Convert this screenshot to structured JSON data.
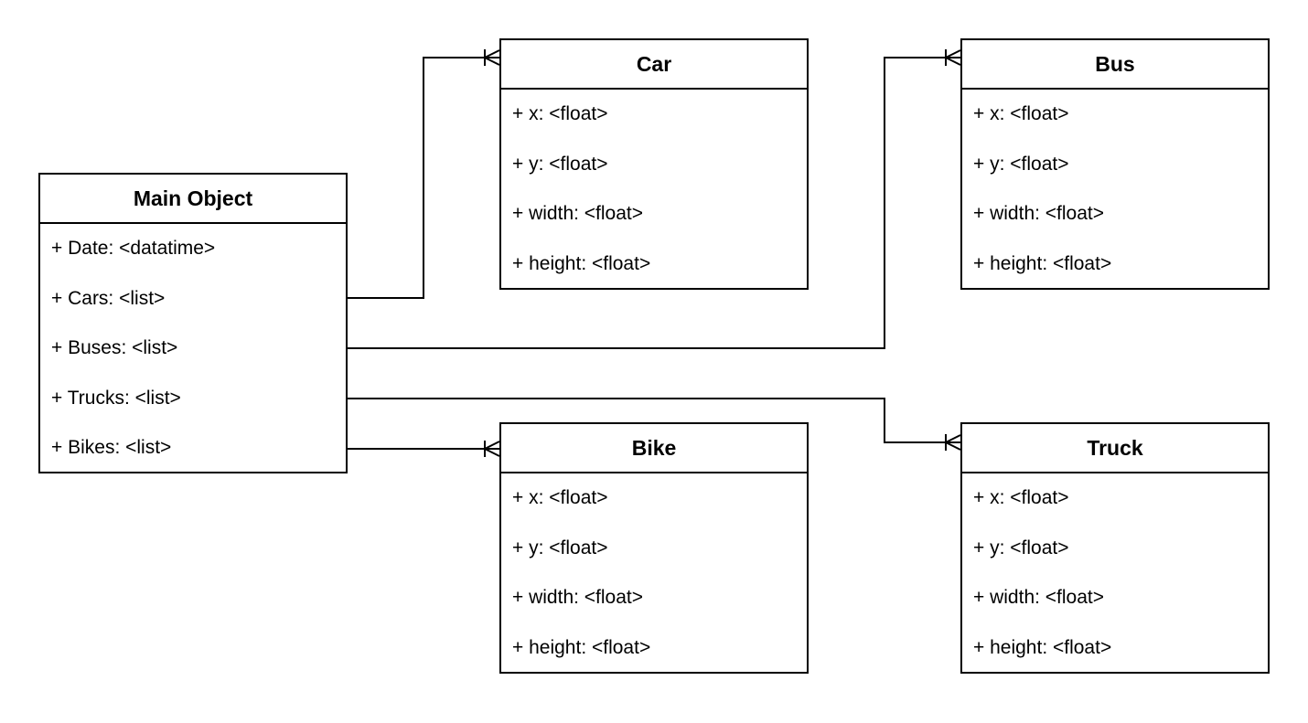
{
  "entities": {
    "main_object": {
      "title": "Main Object",
      "fields": [
        "+ Date: <datatime>",
        "+ Cars: <list>",
        "+ Buses: <list>",
        "+ Trucks: <list>",
        "+ Bikes: <list>"
      ]
    },
    "car": {
      "title": "Car",
      "fields": [
        "+ x: <float>",
        "+ y: <float>",
        "+ width: <float>",
        "+ height: <float>"
      ]
    },
    "bus": {
      "title": "Bus",
      "fields": [
        "+ x: <float>",
        "+ y: <float>",
        "+ width: <float>",
        "+ height: <float>"
      ]
    },
    "bike": {
      "title": "Bike",
      "fields": [
        "+ x: <float>",
        "+ y: <float>",
        "+ width: <float>",
        "+ height: <float>"
      ]
    },
    "truck": {
      "title": "Truck",
      "fields": [
        "+ x: <float>",
        "+ y: <float>",
        "+ width: <float>",
        "+ height: <float>"
      ]
    }
  },
  "relationships": [
    {
      "from": "Main Object",
      "from_field": "+ Cars: <list>",
      "to": "Car",
      "cardinality": "one-to-many"
    },
    {
      "from": "Main Object",
      "from_field": "+ Buses: <list>",
      "to": "Bus",
      "cardinality": "one-to-many"
    },
    {
      "from": "Main Object",
      "from_field": "+ Trucks: <list>",
      "to": "Truck",
      "cardinality": "one-to-many"
    },
    {
      "from": "Main Object",
      "from_field": "+ Bikes: <list>",
      "to": "Bike",
      "cardinality": "one-to-many"
    }
  ],
  "colors": {
    "line": "#000000",
    "background": "#ffffff"
  }
}
